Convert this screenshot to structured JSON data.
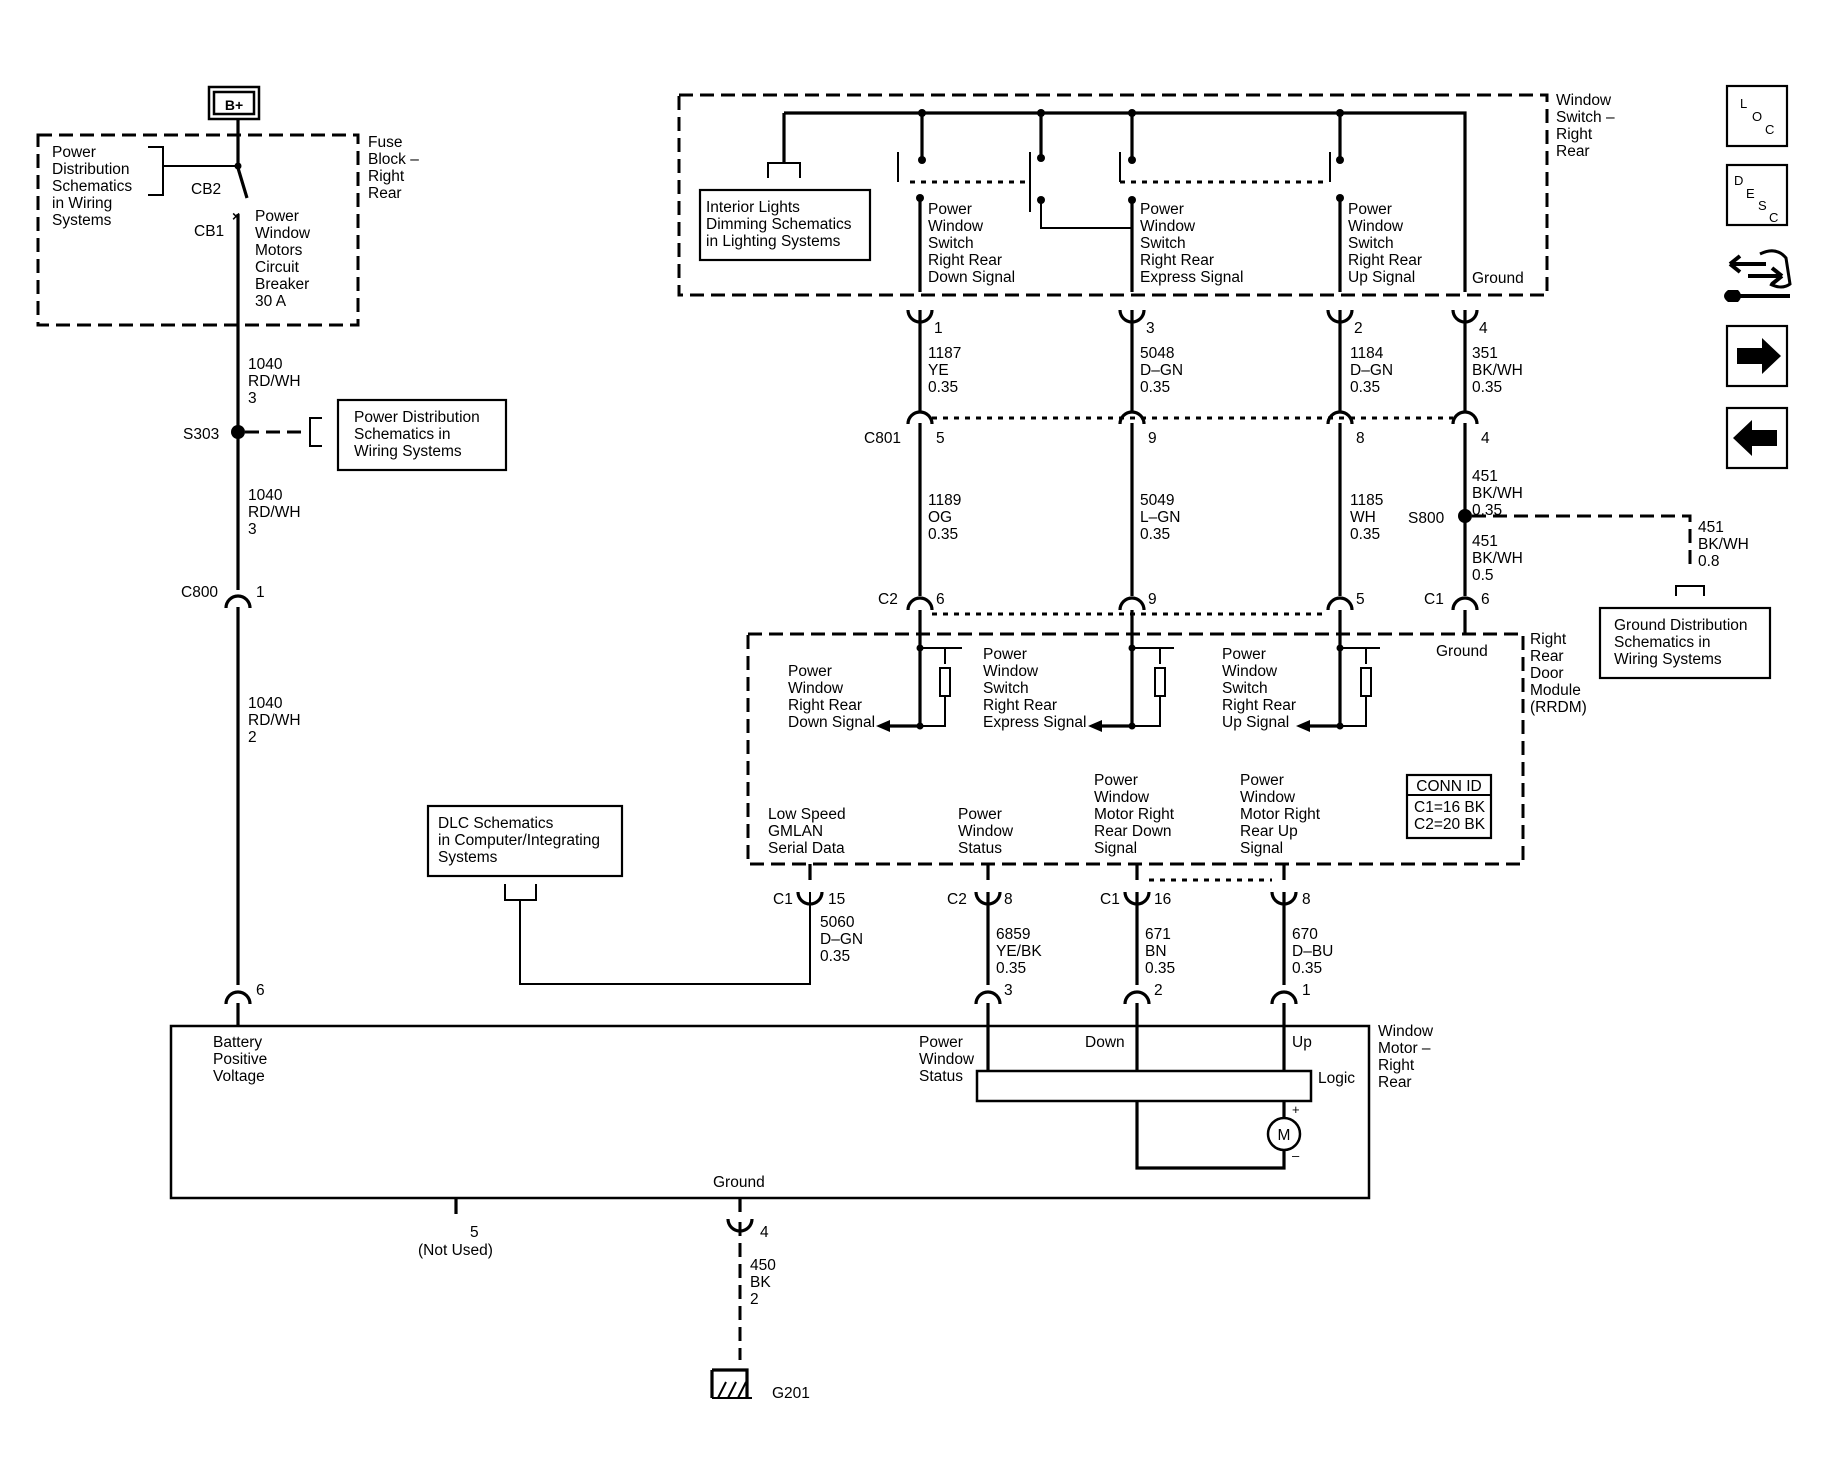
{
  "power": {
    "source": "B+"
  },
  "fuse_block": {
    "title": [
      "Fuse",
      "Block –",
      "Right",
      "Rear"
    ],
    "ref": [
      "Power",
      "Distribution",
      "Schematics",
      "in Wiring",
      "Systems"
    ],
    "cb2": "CB2",
    "cb1": "CB1",
    "breaker": [
      "Power",
      "Window",
      "Motors",
      "Circuit",
      "Breaker",
      "30 A"
    ]
  },
  "left_wire": {
    "seg1": [
      "1040",
      "RD/WH",
      "3"
    ],
    "splice": "S303",
    "splice_ref": [
      "Power Distribution",
      "Schematics in",
      "Wiring Systems"
    ],
    "seg2": [
      "1040",
      "RD/WH",
      "3"
    ],
    "conn": "C800",
    "conn_pin": "1",
    "seg3": [
      "1040",
      "RD/WH",
      "2"
    ],
    "motor_pin": "6"
  },
  "window_switch": {
    "title": [
      "Window",
      "Switch –",
      "Right",
      "Rear"
    ],
    "interior_ref": [
      "Interior Lights",
      "Dimming Schematics",
      "in Lighting Systems"
    ],
    "signals": [
      [
        "Power",
        "Window",
        "Switch",
        "Right Rear",
        "Down Signal"
      ],
      [
        "Power",
        "Window",
        "Switch",
        "Right Rear",
        "Express Signal"
      ],
      [
        "Power",
        "Window",
        "Switch",
        "Right Rear",
        "Up Signal"
      ]
    ],
    "ground": "Ground",
    "pins": [
      "1",
      "3",
      "2",
      "4"
    ]
  },
  "upper_wires": [
    [
      "1187",
      "YE",
      "0.35"
    ],
    [
      "5048",
      "D–GN",
      "0.35"
    ],
    [
      "1184",
      "D–GN",
      "0.35"
    ],
    [
      "351",
      "BK/WH",
      "0.35"
    ]
  ],
  "c801": {
    "name": "C801",
    "pins": [
      "5",
      "9",
      "8",
      "4"
    ]
  },
  "lower_wires": [
    [
      "1189",
      "OG",
      "0.35"
    ],
    [
      "5049",
      "L–GN",
      "0.35"
    ],
    [
      "1185",
      "WH",
      "0.35"
    ],
    [
      "451",
      "BK/WH",
      "0.35"
    ]
  ],
  "s800": {
    "name": "S800",
    "branch": [
      "451",
      "BK/WH",
      "0.8"
    ],
    "down": [
      "451",
      "BK/WH",
      "0.5"
    ]
  },
  "ground_ref": [
    "Ground Distribution",
    "Schematics in",
    "Wiring Systems"
  ],
  "rrdm_conn": {
    "c2": "C2",
    "c2_pins": [
      "6",
      "9",
      "5"
    ],
    "c1": "C1",
    "c1_pin": "6"
  },
  "rrdm": {
    "title": [
      "Right",
      "Rear",
      "Door",
      "Module",
      "(RRDM)"
    ],
    "ground": "Ground",
    "inputs": [
      [
        "Power",
        "Window",
        "Right Rear",
        "Down Signal"
      ],
      [
        "Power",
        "Window",
        "Switch",
        "Right Rear",
        "Express Signal"
      ],
      [
        "Power",
        "Window",
        "Switch",
        "Right Rear",
        "Up Signal"
      ]
    ],
    "outputs": [
      [
        "Low Speed",
        "GMLAN",
        "Serial Data"
      ],
      [
        "Power",
        "Window",
        "Status"
      ],
      [
        "Power",
        "Window",
        "Motor Right",
        "Rear Down",
        "Signal"
      ],
      [
        "Power",
        "Window",
        "Motor Right",
        "Rear Up",
        "Signal"
      ]
    ],
    "conn_id": {
      "title": "CONN ID",
      "c1": "C1=16 BK",
      "c2": "C2=20 BK"
    }
  },
  "dlc_ref": [
    "DLC Schematics",
    "in Computer/Integrating",
    "Systems"
  ],
  "bottom_conns": [
    {
      "conn": "C1",
      "pin": "15",
      "wire": [
        "5060",
        "D–GN",
        "0.35"
      ]
    },
    {
      "conn": "C2",
      "pin": "8",
      "wire": [
        "6859",
        "YE/BK",
        "0.35"
      ]
    },
    {
      "conn": "C1",
      "pin": "16",
      "wire": [
        "671",
        "BN",
        "0.35"
      ]
    },
    {
      "conn": "",
      "pin": "8",
      "wire": [
        "670",
        "D–BU",
        "0.35"
      ]
    }
  ],
  "motor": {
    "title": [
      "Window",
      "Motor –",
      "Right",
      "Rear"
    ],
    "battery": [
      "Battery",
      "Positive",
      "Voltage"
    ],
    "status": [
      "Power",
      "Window",
      "Status"
    ],
    "down": "Down",
    "up": "Up",
    "logic": "Logic",
    "m": "M",
    "plus": "+",
    "minus": "–",
    "ground": "Ground",
    "pins": [
      "3",
      "2",
      "1"
    ],
    "not_used_pin": "5",
    "not_used": "(Not Used)",
    "ground_pin": "4",
    "ground_wire": [
      "450",
      "BK",
      "2"
    ],
    "ground_point": "G201"
  },
  "nav": {
    "loc": [
      "L",
      "O",
      "C"
    ],
    "desc": [
      "D",
      "E",
      "S",
      "C"
    ]
  }
}
